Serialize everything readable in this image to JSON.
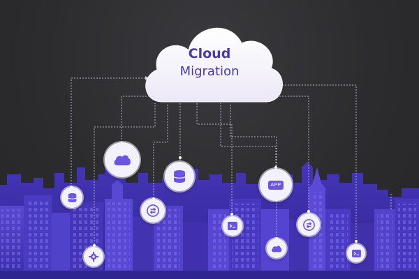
{
  "cloud": {
    "title": "Cloud",
    "subtitle": "Migration"
  },
  "nodes": [
    {
      "id": "cloud-large",
      "icon": "cloud-icon"
    },
    {
      "id": "database-large",
      "icon": "database-icon"
    },
    {
      "id": "database-small",
      "icon": "database-icon"
    },
    {
      "id": "settings",
      "icon": "gear-icon"
    },
    {
      "id": "transfer-left",
      "icon": "transfer-icon"
    },
    {
      "id": "terminal-center",
      "icon": "terminal-icon"
    },
    {
      "id": "app",
      "icon": "app-icon",
      "label": "APP"
    },
    {
      "id": "cloud-small",
      "icon": "cloud-icon"
    },
    {
      "id": "transfer-right",
      "icon": "transfer-icon"
    },
    {
      "id": "terminal-right",
      "icon": "terminal-icon"
    }
  ],
  "colors": {
    "background": "#2e2e31",
    "city_back": "#4a3fbf",
    "city_front": "#3b2fa6",
    "accent": "#6a55e0",
    "cloud_text": "#4a3aa8",
    "cloud_fill": "#f4f1fb"
  }
}
